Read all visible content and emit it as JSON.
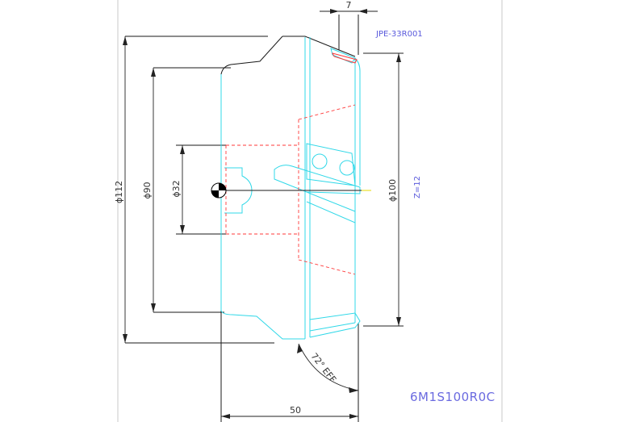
{
  "part_ref": "JPE-33R001",
  "part_number": "6M1S100R0C",
  "teeth": "Z=12",
  "dimensions": {
    "d112": "ϕ112",
    "d90": "ϕ90",
    "d32": "ϕ32",
    "d100": "ϕ100",
    "length": "50",
    "insert_width": "7",
    "angle": "72° EFF"
  },
  "colors": {
    "outline": "#1a1a1a",
    "cyan": "#30d8e8",
    "red": "#ff3a3a",
    "text_blue": "#5a5adc"
  }
}
